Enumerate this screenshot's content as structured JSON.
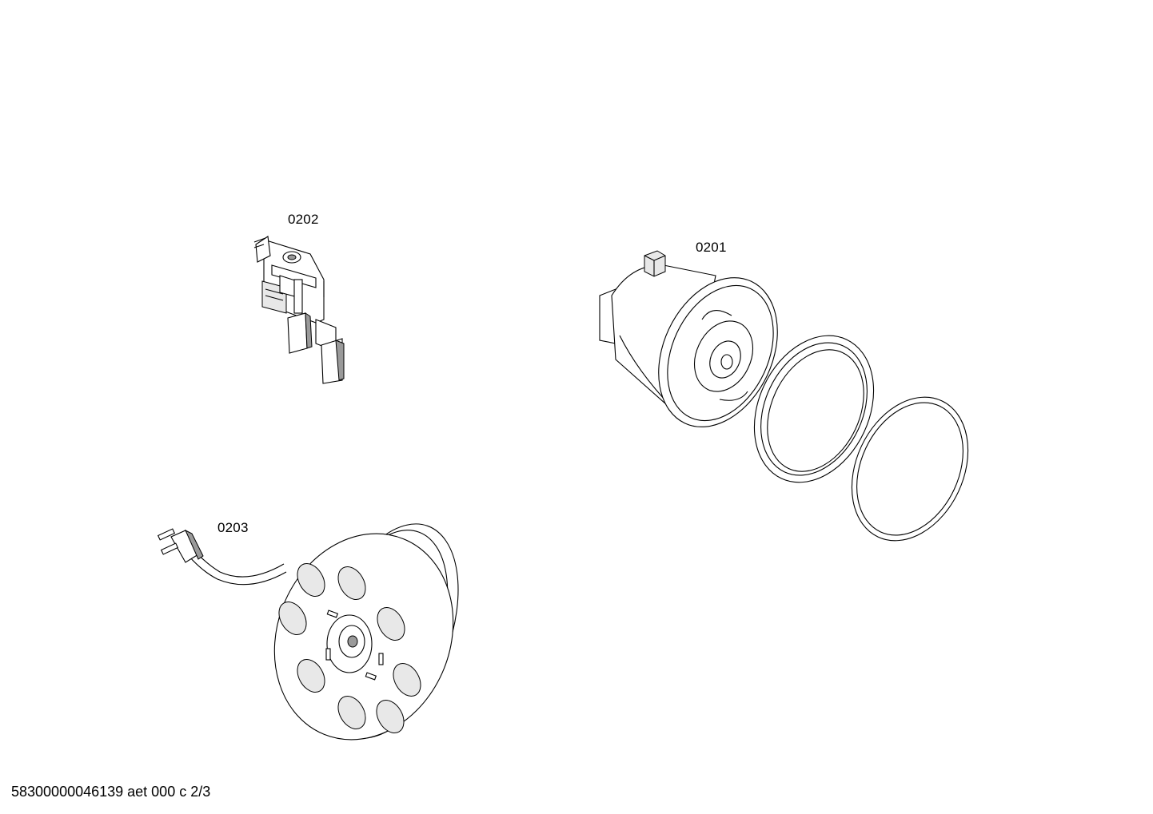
{
  "parts": [
    {
      "id": "switch-assembly",
      "label": "0202"
    },
    {
      "id": "motor-assembly",
      "label": "0201"
    },
    {
      "id": "cable-reel",
      "label": "0203"
    }
  ],
  "footer": "58300000046139 aet 000 c 2/3"
}
